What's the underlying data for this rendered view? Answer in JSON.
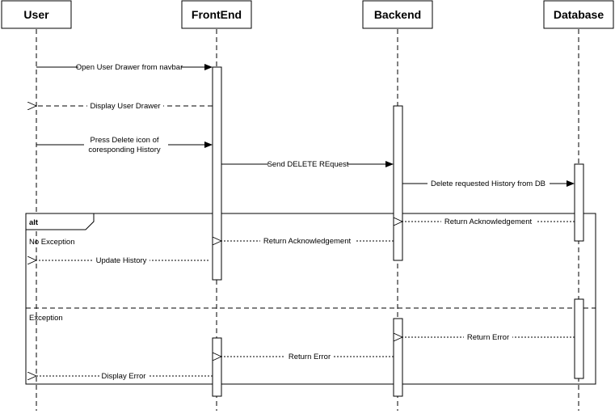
{
  "participants": {
    "user": "User",
    "frontend": "FrontEnd",
    "backend": "Backend",
    "database": "Database"
  },
  "messages": {
    "m1": "Open User Drawer from navbar",
    "m2": "Display User Drawer",
    "m3_line1": "Press Delete icon of",
    "m3_line2": "coresponding History",
    "m4": "Send DELETE REquest",
    "m5": "Delete requested History from DB",
    "m6": "Return Acknowledgement",
    "m7": "Return Acknowledgement",
    "m8": "Update History",
    "m9": "Return Error",
    "m10": "Return Error",
    "m11": "Display Error"
  },
  "fragment": {
    "operator": "alt",
    "guard1": "No Exception",
    "guard2": "Exception"
  }
}
